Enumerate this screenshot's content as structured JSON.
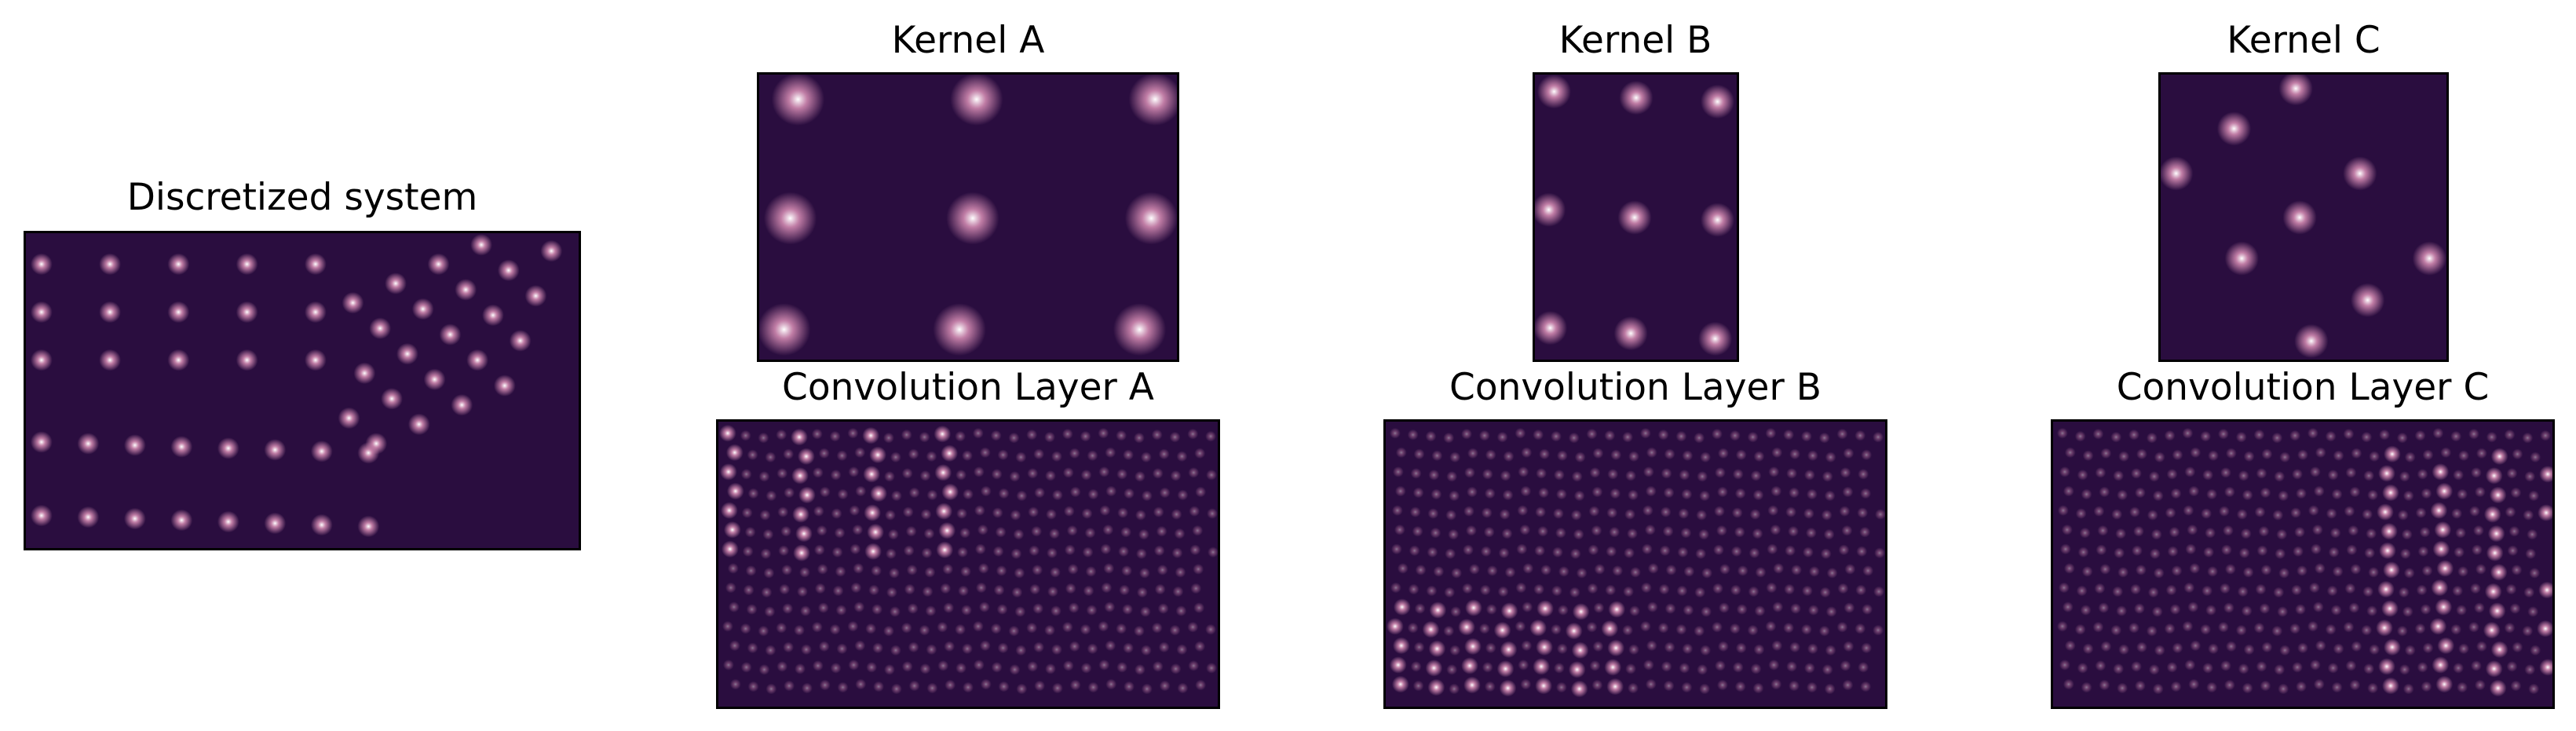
{
  "figure": {
    "panels": {
      "discretized": {
        "title": "Discretized system"
      },
      "kernel_a": {
        "title": "Kernel A"
      },
      "kernel_b": {
        "title": "Kernel B"
      },
      "kernel_c": {
        "title": "Kernel C"
      },
      "conv_a": {
        "title": "Convolution Layer A"
      },
      "conv_b": {
        "title": "Convolution Layer B"
      },
      "conv_c": {
        "title": "Convolution Layer C"
      }
    }
  },
  "colors": {
    "background": "#2a0d3f",
    "spot_core": "#ffffff",
    "spot_glow": "#d98fb6"
  }
}
